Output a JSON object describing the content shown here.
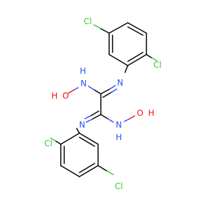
{
  "molecule": {
    "labels": {
      "cl_top": "Cl",
      "cl_right": "Cl",
      "cl_left": "Cl",
      "cl_bottom": "Cl",
      "n_imine_top": "N",
      "n_imine_bottom": "N",
      "nh_left_n": "N",
      "nh_left_h": "H",
      "nh_right_n": "N",
      "nh_right_h": "H",
      "oh_left_h": "H",
      "oh_left_o": "O",
      "oh_right_o": "O",
      "oh_right_h": "H"
    },
    "colors": {
      "carbon": "#000000",
      "nitrogen": "#3050f8",
      "oxygen": "#ff0d0d",
      "chlorine": "#33cc33"
    }
  }
}
